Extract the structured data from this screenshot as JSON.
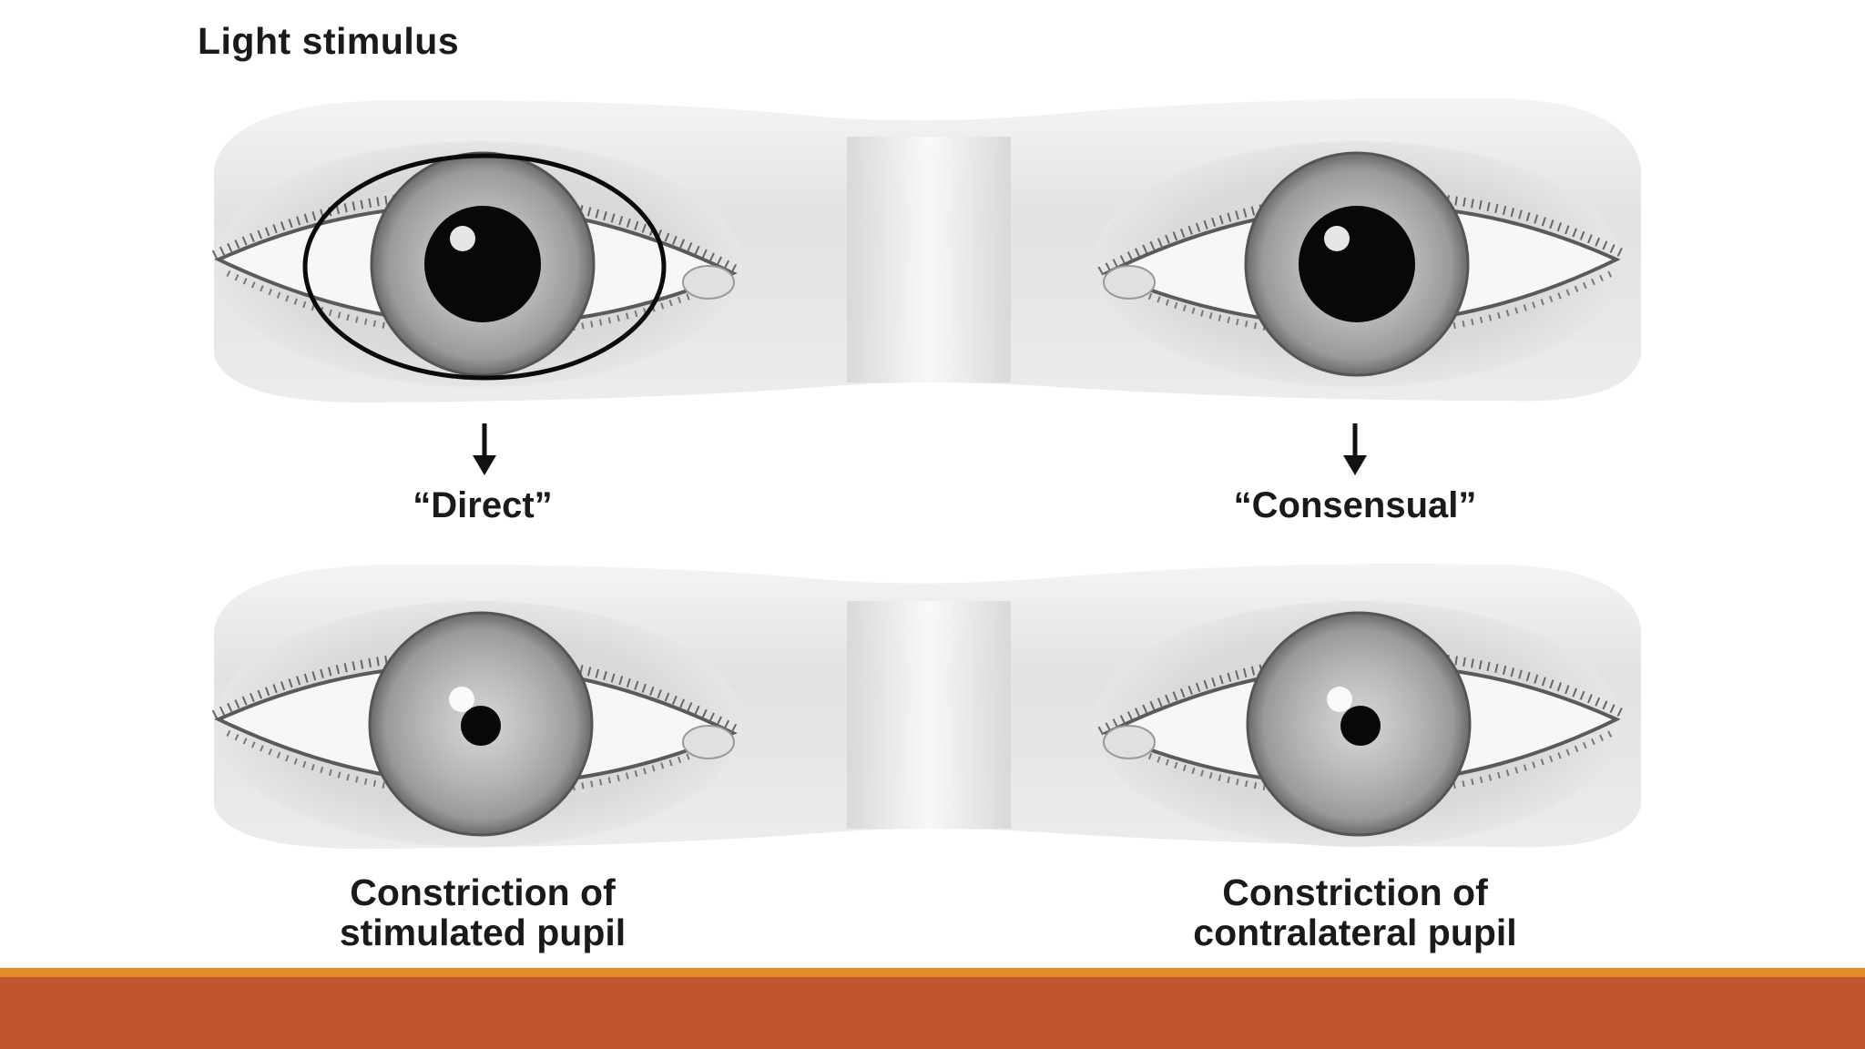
{
  "header": {
    "label": "Light stimulus"
  },
  "pathways": {
    "direct": "“Direct”",
    "consensual": "“Consensual”"
  },
  "captions": {
    "left": {
      "line1": "Constriction of",
      "line2": "stimulated pupil"
    },
    "right": {
      "line1": "Constriction of",
      "line2": "contralateral pupil"
    }
  },
  "colors": {
    "background": "#ffffff",
    "footer_bar": "#bf5630",
    "footer_line": "#e48a2b",
    "pupil": "#080808",
    "iris": "#9a9a9a",
    "skin": "#e6e6e6"
  }
}
